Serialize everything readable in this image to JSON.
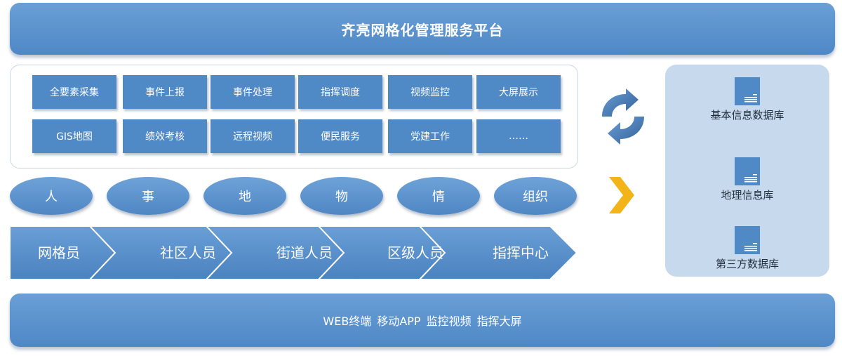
{
  "platform": {
    "title": "齐亮网格化管理服务平台"
  },
  "modules": [
    [
      "全要素采集",
      "事件上报",
      "事件处理",
      "指挥调度",
      "视频监控",
      "大屏展示"
    ],
    [
      "GIS地图",
      "绩效考核",
      "远程视频",
      "便民服务",
      "党建工作",
      "……"
    ]
  ],
  "elements": [
    "人",
    "事",
    "地",
    "物",
    "情",
    "组织"
  ],
  "flow": [
    "网格员",
    "社区人员",
    "街道人员",
    "区级人员",
    "指挥中心"
  ],
  "databases": [
    "基本信息数据库",
    "地理信息库",
    "第三方数据库"
  ],
  "terminals": [
    "WEB终端",
    "移动APP",
    "监控视频",
    "指挥大屏"
  ],
  "colors": {
    "primary": "#4f89c6",
    "panel": "#c7d9ec",
    "accent": "#f2b418"
  }
}
